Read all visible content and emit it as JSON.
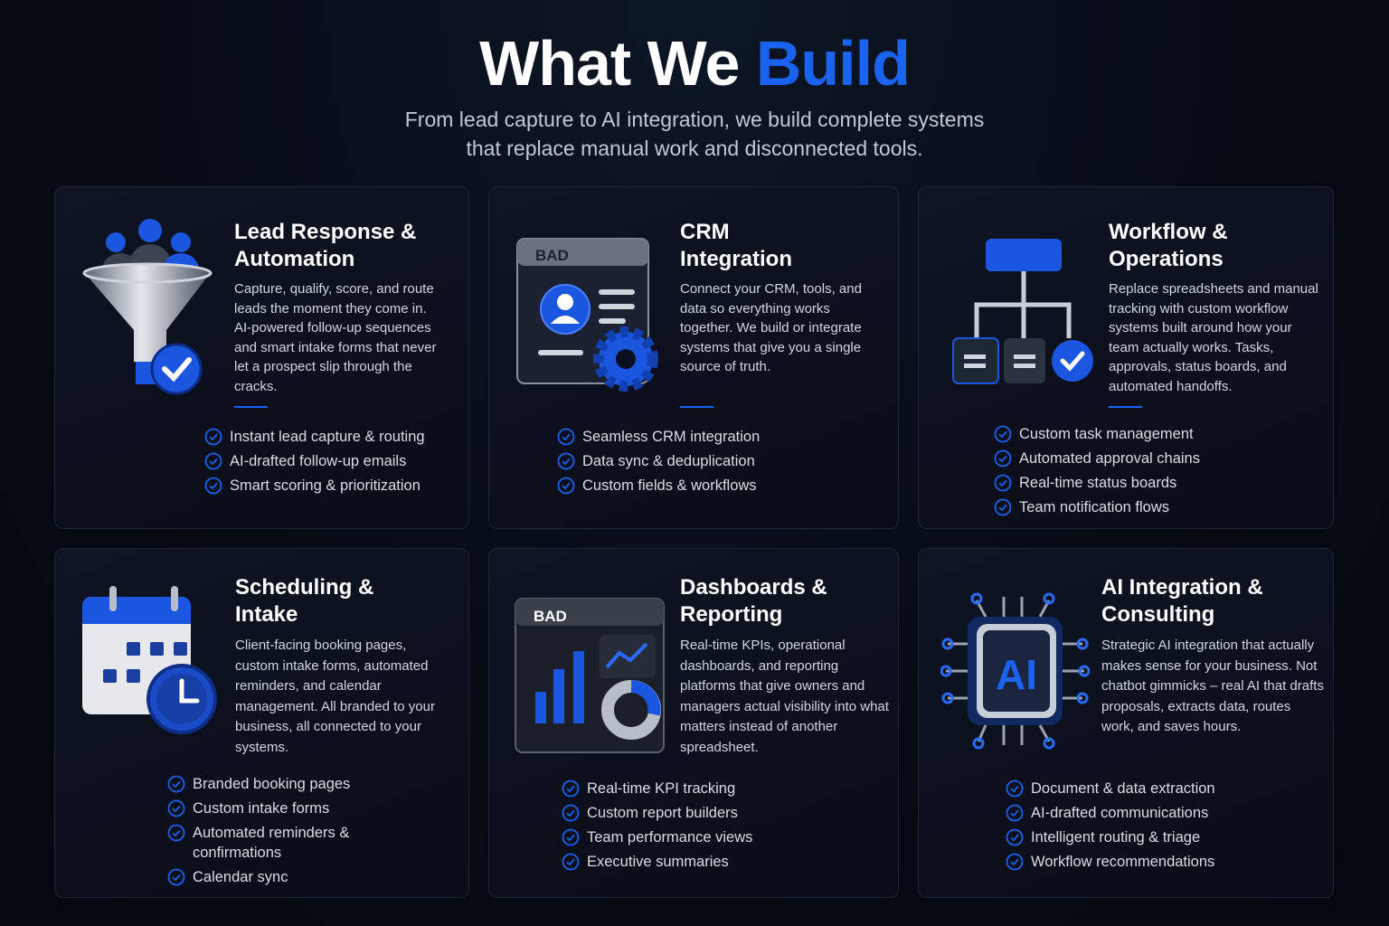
{
  "header": {
    "title_main": "What We ",
    "title_accent": "Build",
    "subtitle_line1": "From lead capture to AI integration, we build complete systems",
    "subtitle_line2": "that replace manual work and disconnected tools."
  },
  "colors": {
    "accent": "#1a63f0",
    "background": "#070b14"
  },
  "cards": [
    {
      "title": "Lead Response & Automation",
      "icon": "funnel-icon",
      "description": "Capture, qualify, score, and route leads the moment they come in. AI-powered follow-up sequences and smart intake forms that never let a prospect slip through the cracks.",
      "features": [
        "Instant lead capture & routing",
        "AI-drafted follow-up emails",
        "Smart scoring & prioritization"
      ]
    },
    {
      "title": "CRM Integration",
      "icon": "crm-icon",
      "icon_label": "BAD",
      "description": "Connect your CRM, tools, and data so everything works together. We build or integrate systems that give you a single source of truth.",
      "features": [
        "Seamless CRM integration",
        "Data sync & deduplication",
        "Custom fields & workflows"
      ]
    },
    {
      "title": "Workflow & Operations",
      "icon": "workflow-icon",
      "description": "Replace spreadsheets and manual tracking with custom workflow systems built around how your team actually works. Tasks, approvals, status boards, and automated handoffs.",
      "features": [
        "Custom task management",
        "Automated approval chains",
        "Real-time status boards",
        "Team notification flows"
      ]
    },
    {
      "title": "Scheduling & Intake",
      "icon": "calendar-icon",
      "description": "Client-facing booking pages, custom intake forms, automated reminders, and calendar management. All branded to your business, all connected to your systems.",
      "features": [
        "Branded booking pages",
        "Custom intake forms",
        "Automated reminders & confirmations",
        "Calendar sync"
      ]
    },
    {
      "title": "Dashboards & Reporting",
      "icon": "dashboard-icon",
      "icon_label": "BAD",
      "description": "Real-time KPIs, operational dashboards, and reporting platforms that give owners and managers actual visibility into what matters instead of another spreadsheet.",
      "features": [
        "Real-time KPI tracking",
        "Custom report builders",
        "Team performance views",
        "Executive summaries"
      ]
    },
    {
      "title": "AI Integration & Consulting",
      "icon": "ai-chip-icon",
      "icon_label": "AI",
      "description": "Strategic AI integration that actually makes sense for your business. Not chatbot gimmicks – real AI that drafts proposals, extracts data, routes work, and saves hours.",
      "features": [
        "Document & data extraction",
        "AI-drafted communications",
        "Intelligent routing & triage",
        "Workflow recommendations"
      ]
    }
  ]
}
